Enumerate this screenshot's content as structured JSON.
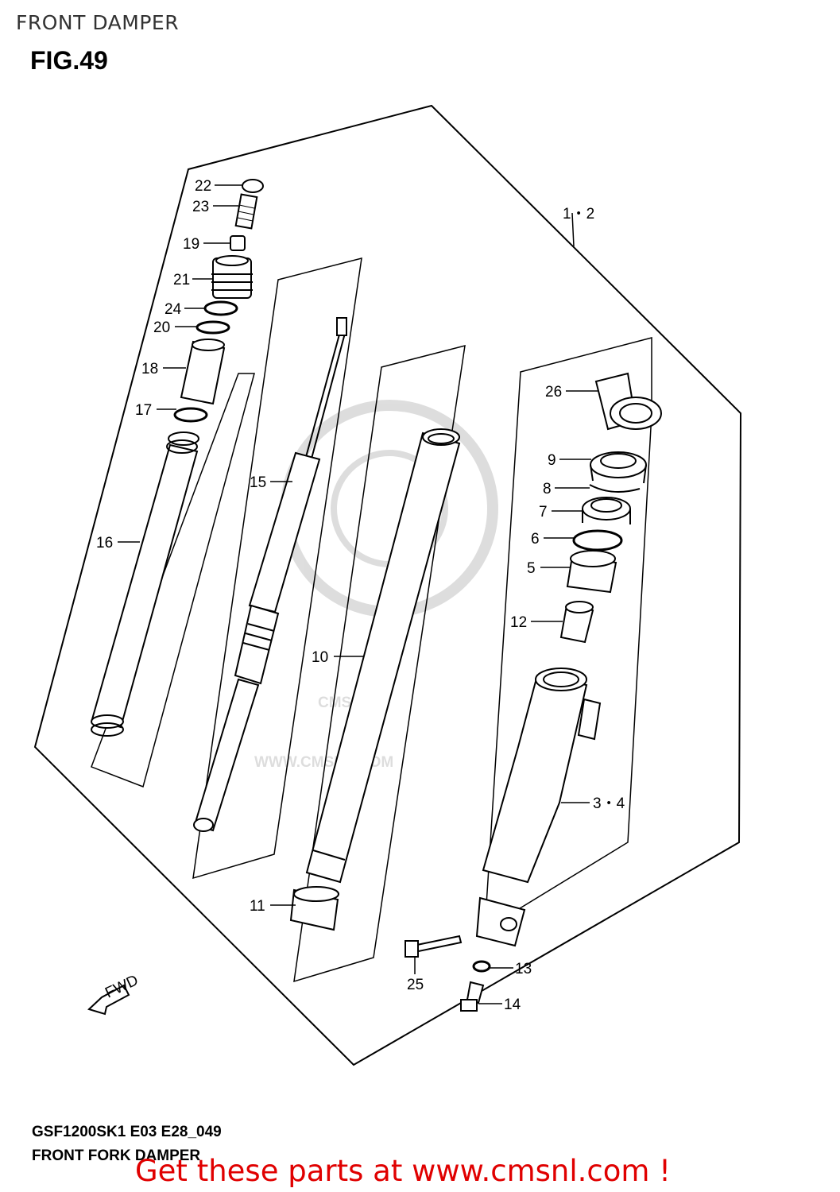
{
  "header": {
    "title": "FRONT DAMPER",
    "figure": "FIG.49"
  },
  "footer": {
    "code": "GSF1200SK1 E03 E28_049",
    "subtitle": "FRONT FORK DAMPER",
    "promo": "Get these parts at www.cmsnl.com !"
  },
  "watermark": {
    "logo": "CMS",
    "url": "WWW.CMSNL.COM"
  },
  "fwd_marker": "FWD",
  "callouts": {
    "p1_2": "1・2",
    "p3_4": "3・4",
    "p5": "5",
    "p6": "6",
    "p7": "7",
    "p8": "8",
    "p9": "9",
    "p10": "10",
    "p11": "11",
    "p12": "12",
    "p13": "13",
    "p14": "14",
    "p15": "15",
    "p16": "16",
    "p17": "17",
    "p18": "18",
    "p19": "19",
    "p20": "20",
    "p21": "21",
    "p22": "22",
    "p23": "23",
    "p24": "24",
    "p25": "25",
    "p26": "26"
  }
}
